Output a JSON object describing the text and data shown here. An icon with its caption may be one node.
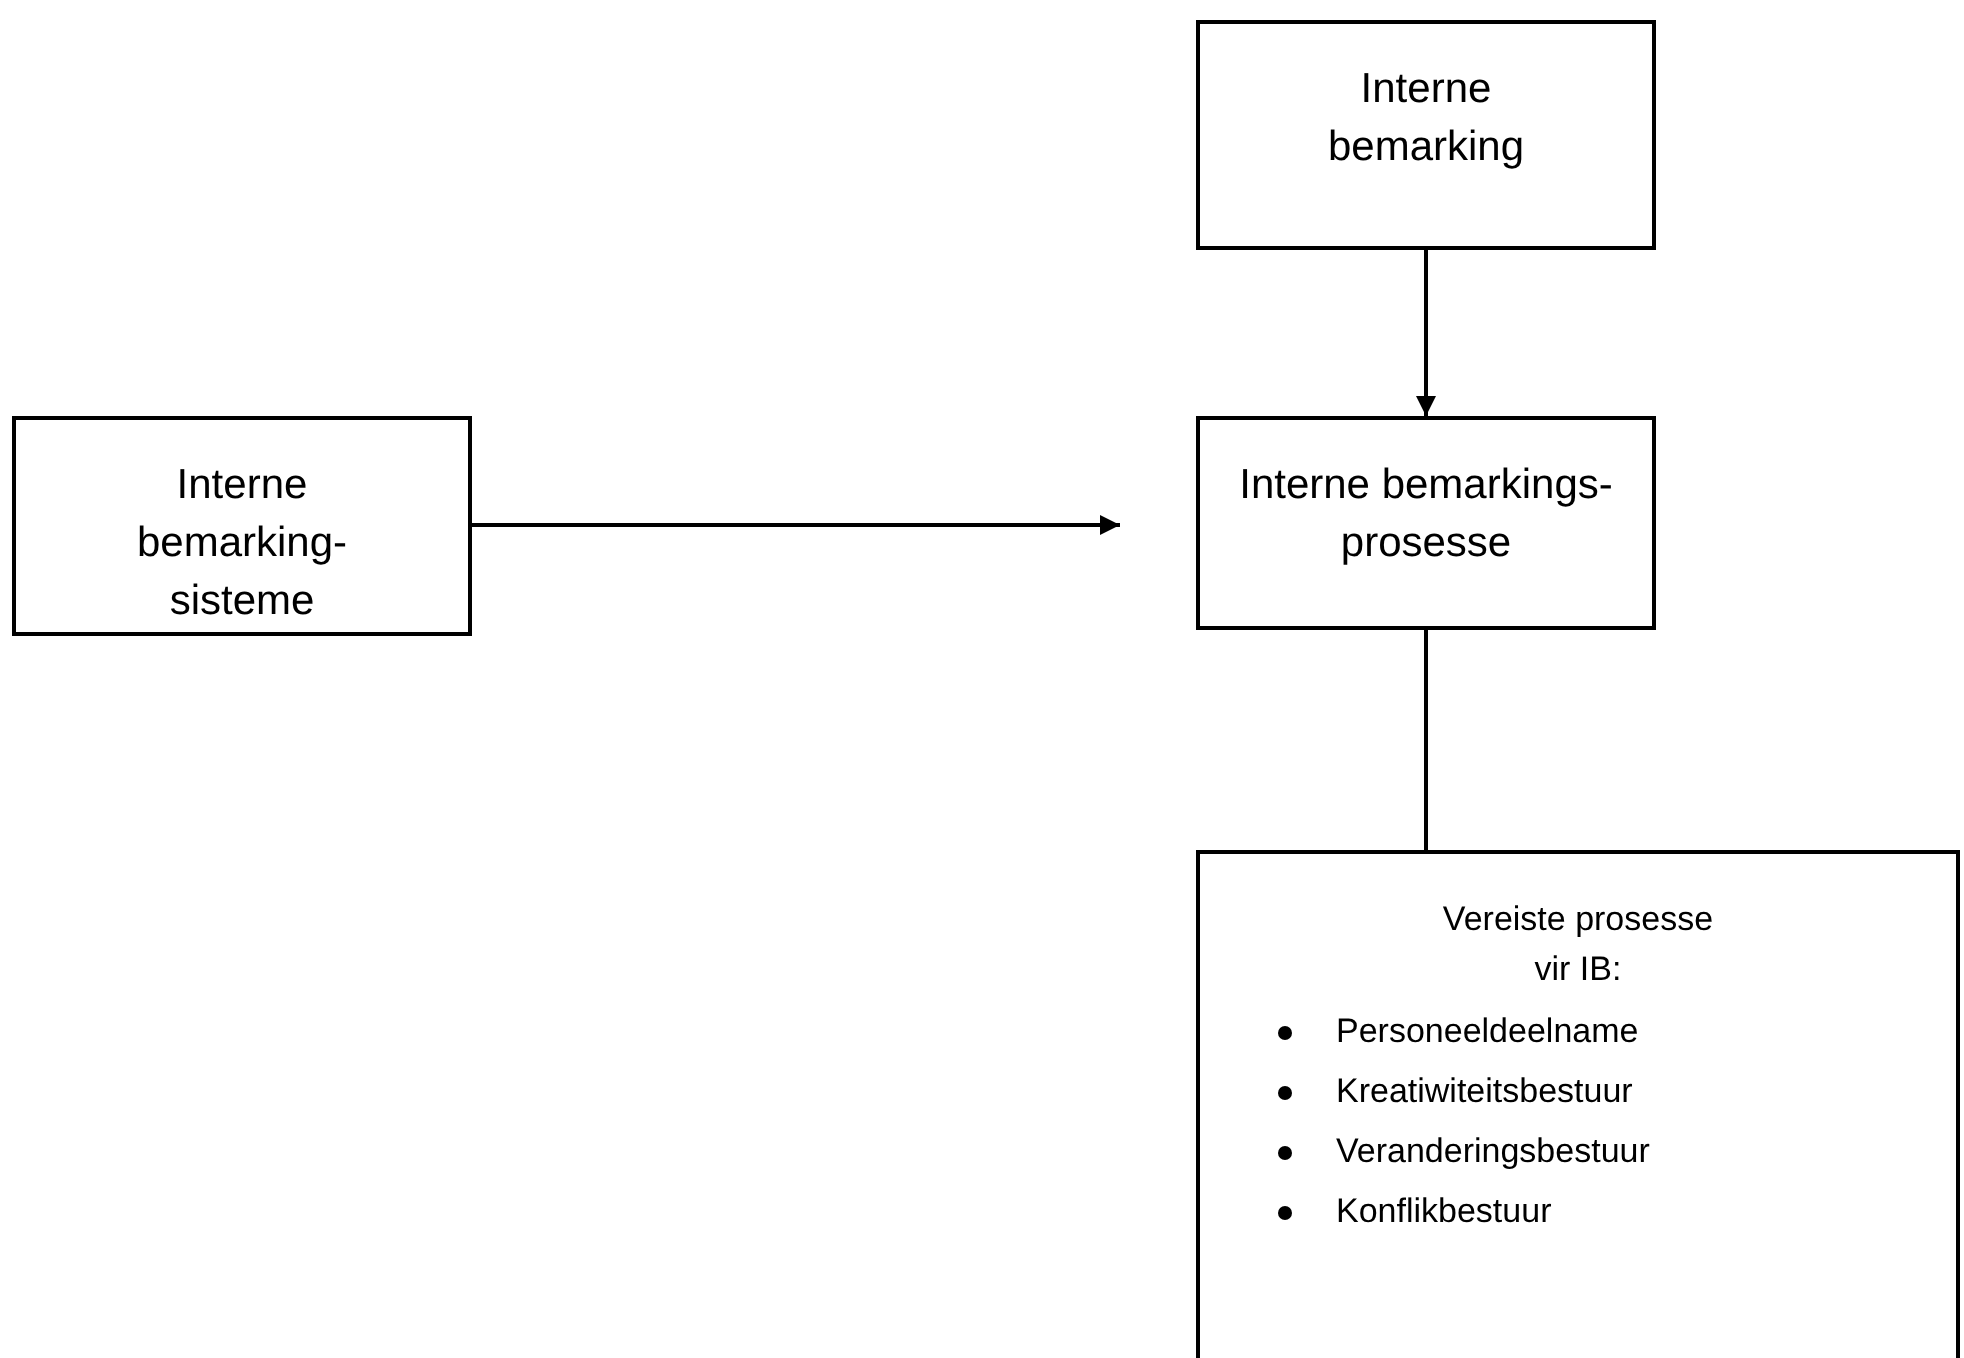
{
  "diagram": {
    "nodes": [
      {
        "text": [
          "Interne bemarking"
        ]
      },
      {
        "text": [
          "Interne bemarking-sisteme"
        ]
      },
      {
        "text": [
          "Interne bemarkings-prosesse"
        ]
      },
      {
        "text": [
          "Vereiste prosesse vir IB:",
          "Personeeldeelname",
          "Kreatiwiteitsbestuur",
          "Veranderingsbestuur",
          "Konflikbestuur"
        ]
      }
    ],
    "edges": [
      {
        "from": 0,
        "to": 2,
        "arrow": "to"
      },
      {
        "from": 1,
        "to": 2,
        "arrow": "to"
      },
      {
        "from": 2,
        "to": 3,
        "arrow": "none"
      }
    ]
  }
}
